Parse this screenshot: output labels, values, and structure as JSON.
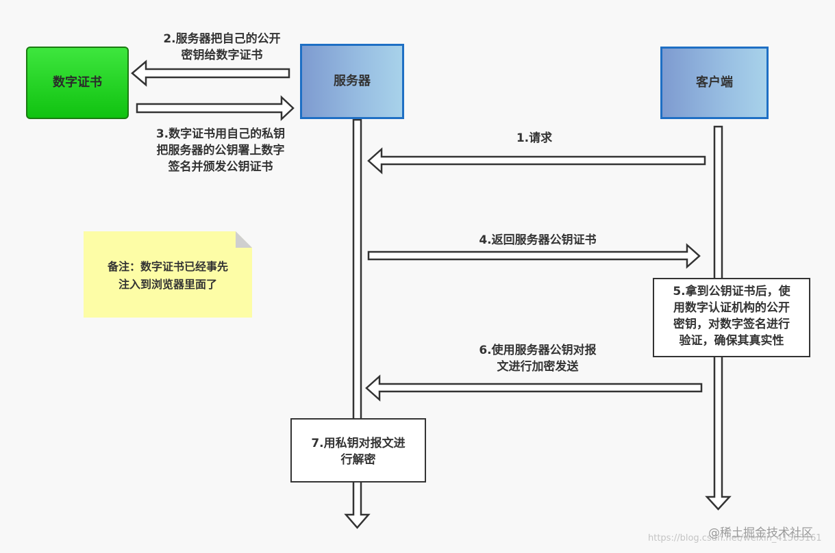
{
  "nodes": {
    "cert": "数字证书",
    "server": "服务器",
    "client": "客户端"
  },
  "labels": {
    "step1": "1.请求",
    "step2": "2.服务器把自己的公开\n密钥给数字证书",
    "step3": "3.数字证书用自己的私钥\n把服务器的公钥署上数字\n签名并颁发公钥证书",
    "step4": "4.返回服务器公钥证书",
    "step5": "5.拿到公钥证书后，使\n用数字认证机构的公开\n密钥，对数字签名进行\n验证，确保其真实性",
    "step6": "6.使用服务器公钥对报\n文进行加密发送",
    "step7": "7.用私钥对报文进\n行解密"
  },
  "note": "备注：数字证书已经事先\n注入到浏览器里面了",
  "watermark": {
    "brand": "@稀土掘金技术社区",
    "url": "https://blog.csdn.net/weixin_41563161"
  },
  "colors": {
    "cert_fill": "#22d022",
    "actor_fill": "#95b8e0",
    "actor_border": "#1e6fc4",
    "note_fill": "#fdfda6",
    "arrow_stroke": "#333333"
  }
}
